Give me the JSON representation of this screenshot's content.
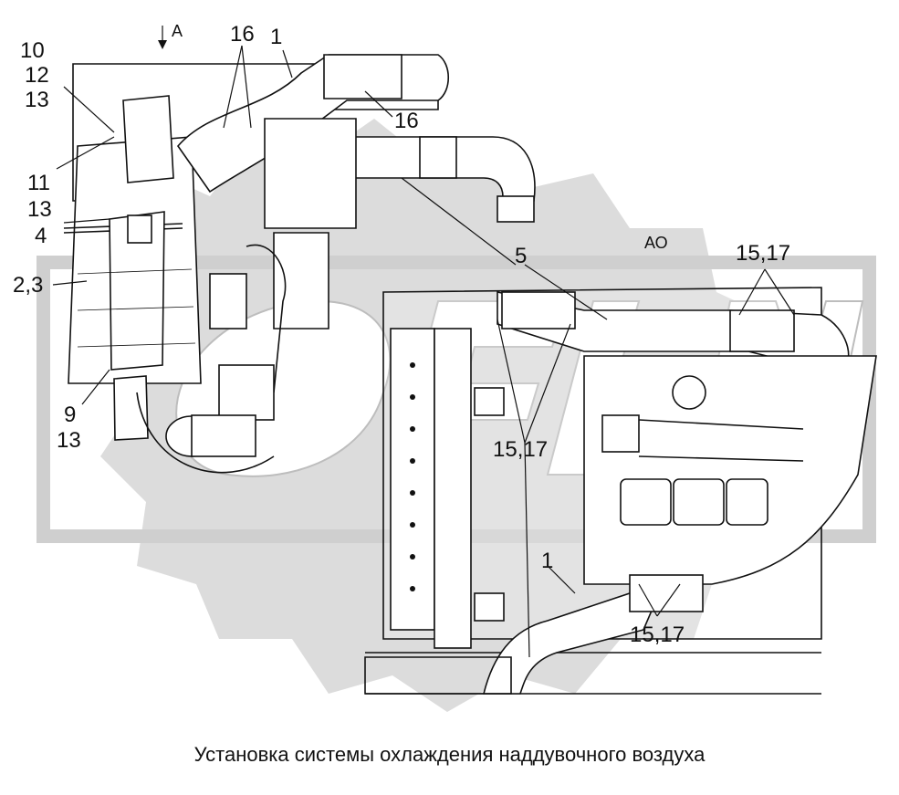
{
  "diagram": {
    "caption": "Установка системы охлаждения наддувочного воздуха",
    "view_marker": "A",
    "view_label": "АО",
    "callouts": {
      "c10": "10",
      "c12": "12",
      "c13a": "13",
      "c11": "11",
      "c13b": "13",
      "c4": "4",
      "c23": "2,3",
      "c9": "9",
      "c13c": "13",
      "c16a": "16",
      "c1a": "1",
      "c16b": "16",
      "c5": "5",
      "c1517a": "15,17",
      "c1517b": "15,17",
      "c1a2": "1",
      "c1517c": "15,17"
    },
    "watermark": "watermark-logo"
  }
}
